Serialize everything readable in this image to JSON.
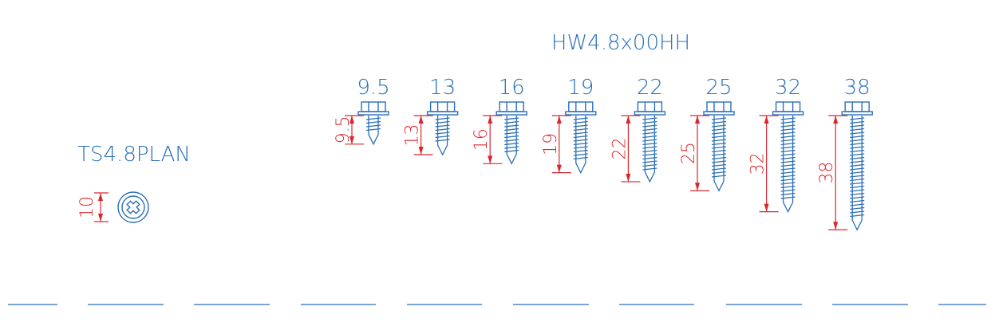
{
  "series_title": "HW4.8x00HH",
  "plan_label": "TS4.8PLAN",
  "plan_dimension": "10",
  "screws": [
    {
      "size_label": "9.5",
      "length_mm": 9.5,
      "dimension_label": "9.5"
    },
    {
      "size_label": "13",
      "length_mm": 13,
      "dimension_label": "13"
    },
    {
      "size_label": "16",
      "length_mm": 16,
      "dimension_label": "16"
    },
    {
      "size_label": "19",
      "length_mm": 19,
      "dimension_label": "19"
    },
    {
      "size_label": "22",
      "length_mm": 22,
      "dimension_label": "22"
    },
    {
      "size_label": "25",
      "length_mm": 25,
      "dimension_label": "25"
    },
    {
      "size_label": "32",
      "length_mm": 32,
      "dimension_label": "32"
    },
    {
      "size_label": "38",
      "length_mm": 38,
      "dimension_label": "38"
    }
  ],
  "colors": {
    "outline": "#2a6fb8",
    "dimension": "#d9272e"
  },
  "icons": {
    "plan_view": "phillips-head-plan-icon"
  },
  "bottom_segment_count": 10
}
